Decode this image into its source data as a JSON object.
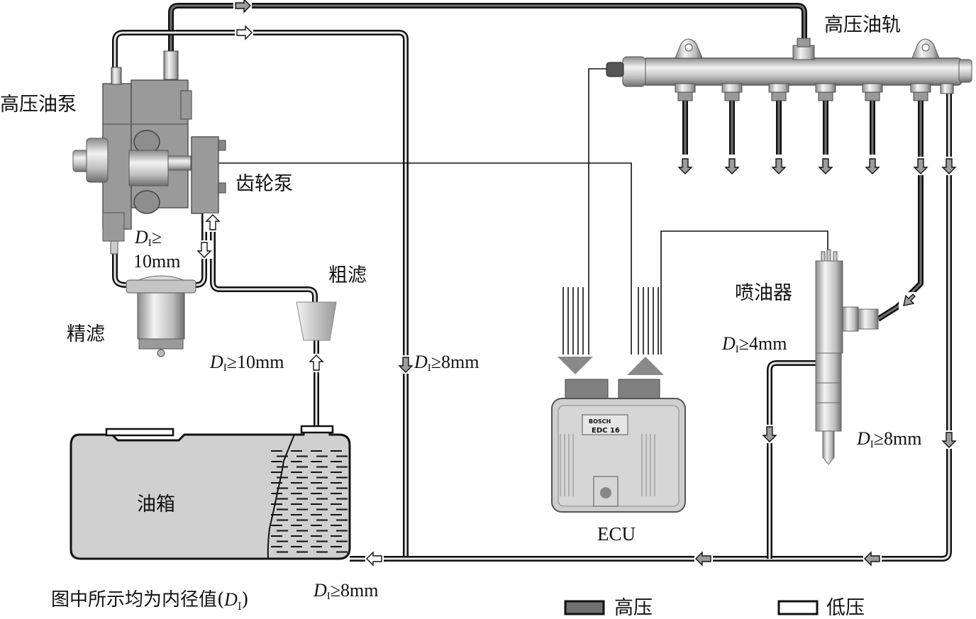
{
  "title": "共轨燃油系统管路示意图",
  "components": {
    "high_pressure_pump": "高压油泵",
    "gear_pump": "齿轮泵",
    "fine_filter": "精滤",
    "coarse_filter": "粗滤",
    "fuel_tank": "油箱",
    "common_rail": "高压油轨",
    "injector": "喷油器",
    "ecu": "ECU",
    "ecu_brand": "BOSCH",
    "ecu_model": "EDC 16"
  },
  "dimensions": {
    "symbol": "D",
    "subscript": "I",
    "pump_filter_line": {
      "prefix": "≥",
      "value": "10mm"
    },
    "suction_line": "≥10mm",
    "return_to_tank_mid": "≥8mm",
    "tank_return": "≥8mm",
    "injector_leak_line": "≥4mm",
    "rail_return_line": "≥8mm"
  },
  "note": {
    "text": "图中所示均为内径值(",
    "symbol": "D",
    "subscript": "I",
    "close": ")"
  },
  "legend": {
    "items": [
      {
        "label": "高压",
        "color": "#707070"
      },
      {
        "label": "低压",
        "color": "#ffffff"
      }
    ]
  },
  "rail_outlets": 6,
  "colors": {
    "high_pressure": "#707070",
    "low_pressure": "#e8e8e8",
    "component_gray": "#9a9a9a",
    "tank_fill": "#d0d0d0",
    "arrow_gray": "#9c9c9c"
  }
}
